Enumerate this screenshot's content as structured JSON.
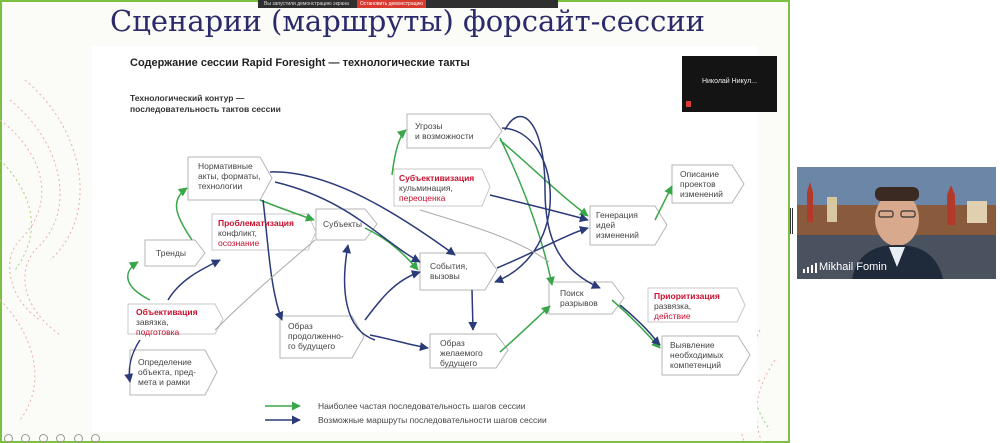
{
  "slide": {
    "title": "Сценарии (маршруты) форсайт-сессии",
    "heading": "Содержание сессии Rapid Foresight — технологические такты",
    "contour_label": "Технологический контур — последовательность тактов сессии"
  },
  "share_bar": {
    "status": "Вы запустили демонстрацию экрана",
    "stop": "Остановить демонстрацию"
  },
  "nodes": {
    "trends": "Тренды",
    "norm": [
      "Нормативные",
      "акты, форматы,",
      "технологии"
    ],
    "problem": {
      "title": "Проблематизация",
      "line1": "конфликт,",
      "line2": "осознание"
    },
    "subjects": "Субъекты",
    "threats": [
      "Угрозы",
      "и возможности"
    ],
    "subjective": {
      "title": "Субъективизация",
      "line1": "кульминация,",
      "line2": "переоценка"
    },
    "events": [
      "События,",
      "вызовы"
    ],
    "generation": [
      "Генерация",
      "идей",
      "изменений"
    ],
    "description": [
      "Описание",
      "проектов",
      "изменений"
    ],
    "gaps": [
      "Поиск",
      "разрывов"
    ],
    "prioritize": {
      "title": "Приоритизация",
      "line1": "развязка,",
      "line2": "действие"
    },
    "competences": [
      "Выявление",
      "необходимых",
      "компетенций"
    ],
    "objectify": {
      "title": "Объективация",
      "line1": "завязка,",
      "line2": "подготовка"
    },
    "definition": [
      "Определение",
      "объекта, пред-",
      "мета и рамки"
    ],
    "extended": [
      "Образ",
      "продолженно-",
      "го будущего"
    ],
    "desired": [
      "Образ",
      "желаемого",
      "будущего"
    ]
  },
  "legend": {
    "green": "Наиболее частая последовательность шагов сессии",
    "navy": "Возможные маршруты последовательности шагов сессии"
  },
  "colors": {
    "green": "#3aa64a",
    "navy": "#2b3a78",
    "accent_red": "#c8102e",
    "title": "#2b2a6b",
    "frame": "#7bc043"
  },
  "video": {
    "self_name": "Николай Никул...",
    "participant_name": "Mikhail Fomin"
  }
}
